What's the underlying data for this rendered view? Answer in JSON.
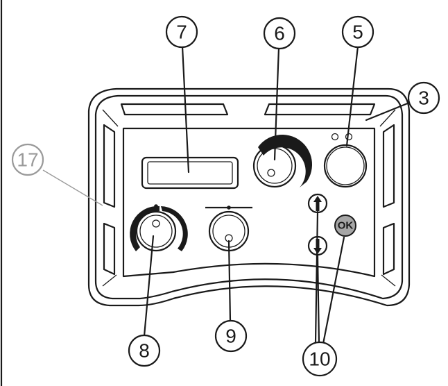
{
  "callouts": {
    "c17": "17",
    "c7": "7",
    "c6": "6",
    "c5": "5",
    "c3": "3",
    "c8": "8",
    "c9": "9",
    "c10": "10"
  },
  "buttons": {
    "ok_label": "OK"
  },
  "colors": {
    "line": "#1a1a1a",
    "ok_button_fill": "#a6a6a6",
    "callout_17": "#9a9a9a"
  }
}
